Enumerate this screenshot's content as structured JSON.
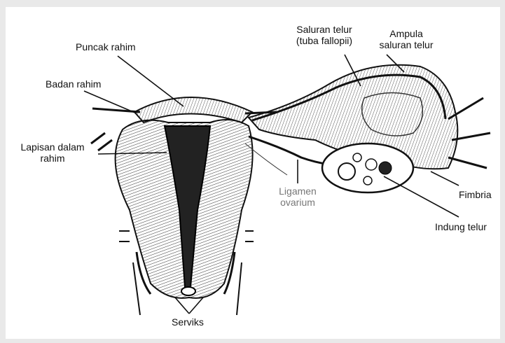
{
  "labels": {
    "puncak_rahim": "Puncak rahim",
    "badan_rahim": "Badan rahim",
    "lapisan_dalam_rahim_1": "Lapisan dalam",
    "lapisan_dalam_rahim_2": "rahim",
    "saluran_telur_1": "Saluran telur",
    "saluran_telur_2": "(tuba fallopii)",
    "ampula_1": "Ampula",
    "ampula_2": "saluran telur",
    "ligamen_1": "Ligamen",
    "ligamen_2": "ovarium",
    "fimbria": "Fimbria",
    "indung_telur": "Indung telur",
    "serviks": "Serviks"
  }
}
